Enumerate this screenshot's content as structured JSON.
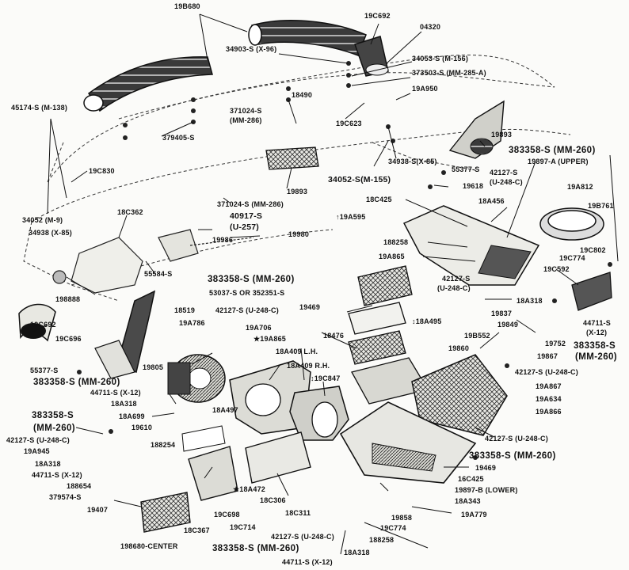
{
  "labels": {
    "l_19b680_top": "19B680",
    "l_19c692_top": "19C692",
    "l_04320": "04320",
    "l_34903": "34903-S (X-96)",
    "l_34053": "34053-S (M-156)",
    "l_373503": "373503-S (MM-285-A)",
    "l_19a950": "19A950",
    "l_45174": "45174-S (M-138)",
    "l_18490": "18490",
    "l_371024_a": "371024-S",
    "l_mm286_a": "(MM-286)",
    "l_379405": "379405-S",
    "l_19c623": "19C623",
    "l_19893_r": "19893",
    "l_383358_r": "383358-S (MM-260)",
    "l_34938_x85_r": "34938-S(X-85)",
    "l_19897a": "19897-A (UPPER)",
    "l_55377_r": "55377-S",
    "l_42127_r1": "42127-S",
    "l_u248_r1": "(U-248-C)",
    "l_19c830": "19C830",
    "l_19893_c": "19893",
    "l_34052_m155": "34052-S(M-155)",
    "l_19618": "19618",
    "l_19a812": "19A812",
    "l_371024_b": "371024-S (MM-286)",
    "l_18c425_r": "18C425",
    "l_18a456": "18A456",
    "l_19b761": "19B761",
    "l_18c362": "18C362",
    "l_40917": "40917-S",
    "l_u257": "(U-257)",
    "l_19a595": "↑19A595",
    "l_34052_m9": "34052 (M-9)",
    "l_34938_x85_l": "34938 (X-85)",
    "l_19980": "19980",
    "l_19986": "19986",
    "l_188258_r": "188258",
    "l_19c802": "19C802",
    "l_19a865_r": "19A865",
    "l_19c774_r": "19C774",
    "l_19c592": "19C592",
    "l_55584": "55584-S",
    "l_383358_c": "383358-S (MM-260)",
    "l_42127_c": "42127-S",
    "l_u248_c": "(U-248-C)",
    "l_198888": "198888",
    "l_53037": "53037-S OR 352351-S",
    "l_18a318_r": "18A318",
    "l_18519": "18519",
    "l_42127_u248_a": "42127-S (U-248-C)",
    "l_19469_a": "19469",
    "l_19837": "19837",
    "l_44711_r": "44711-S",
    "l_x12_r": "(X-12)",
    "l_19a786": "19A786",
    "l_18a495": "↕18A495",
    "l_19849": "19849",
    "l_19c692_l": "19C692",
    "l_19a706": "19A706",
    "l_18476": "18476",
    "l_19b552": "19B552",
    "l_383358_r2": "383358-S",
    "l_19c696": "19C696",
    "l_19a865_c": "★19A865",
    "l_18a409_lh": "18A409 L.H.",
    "l_19752": "19752",
    "l_mm260_r2": "(MM-260)",
    "l_19860": "19860",
    "l_19867": "19867",
    "l_18a409_rh": "18A409 R.H.",
    "l_19805": "19805",
    "l_55377_l": "55377-S",
    "l_19c847": "↕19C847",
    "l_42127_u248_b": "42127-S (U-248-C)",
    "l_383358_l": "383358-S (MM-260)",
    "l_19a867": "19A867",
    "l_44711_x12_l": "44711-S (X-12)",
    "l_19a634": "19A634",
    "l_18a318_l": "18A318",
    "l_19a866": "19A866",
    "l_18a497": "18A497",
    "l_383358_l2": "383358-S",
    "l_18a699": "18A699",
    "l_mm260_l2": "(MM-260)",
    "l_19610": "19610",
    "l_42127_u248_c": "42127-S (U-248-C)",
    "l_188254": "188254",
    "l_19a945": "19A945",
    "l_42127_u248_d": "42127-S (U-248-C)",
    "l_383358_br": "383358-S (MM-260)",
    "l_18a318_l2": "18A318",
    "l_44711_x12_l2": "44711-S (X-12)",
    "l_19469_b": "19469",
    "l_16c425": "16C425",
    "l_188654": "188654",
    "l_18a472": "★18A472",
    "l_19897b": "19897-B (LOWER)",
    "l_379574": "379574-S",
    "l_18c306": "18C306",
    "l_18a343": "18A343",
    "l_19407": "19407",
    "l_19c698": "19C698",
    "l_18c311": "18C311",
    "l_19858": "19858",
    "l_19a779": "19A779",
    "l_19c714": "19C714",
    "l_19c774_b": "19C774",
    "l_18c367": "18C367",
    "l_42127_u248_e": "42127-S (U-248-C)",
    "l_188258_b": "188258",
    "l_198680_center": "198680-CENTER",
    "l_383358_b": "383358-S (MM-260)",
    "l_18a318_b": "18A318",
    "l_44711_x12_b": "44711-S (X-12)"
  }
}
